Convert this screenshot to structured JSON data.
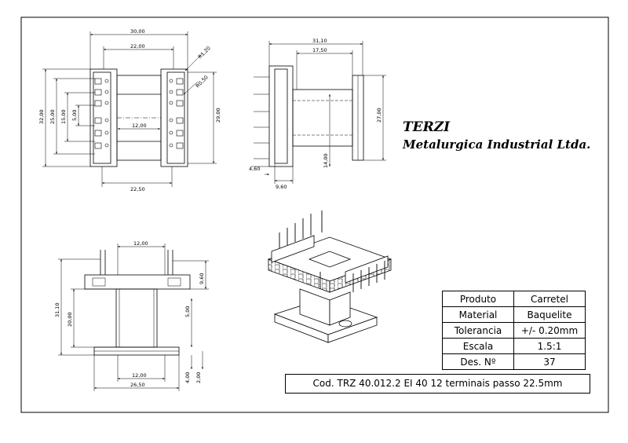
{
  "company": {
    "name": "TERZI",
    "subtitle": "Metalurgica Industrial Ltda."
  },
  "title_block": {
    "rows": [
      {
        "label": "Produto",
        "value": "Carretel"
      },
      {
        "label": "Material",
        "value": "Baquelite"
      },
      {
        "label": "Tolerancia",
        "value": "+/- 0.20mm"
      },
      {
        "label": "Escala",
        "value": "1.5:1"
      },
      {
        "label": "Des. Nº",
        "value": "37"
      }
    ],
    "code": "Cod. TRZ 40.012.2 EI 40 12 terminais passo 22.5mm"
  },
  "dimensions": {
    "top_view": {
      "width_overall": "30,00",
      "width_inner": "22,00",
      "width_base": "22,50",
      "window": "12,00",
      "height_overall": "32,00",
      "height_a": "25,00",
      "height_b": "15,00",
      "height_c": "5,00",
      "height_right": "29,00",
      "radius_1": "R1,20",
      "radius_2": "R0,50"
    },
    "side_view": {
      "width_overall": "31,10",
      "width_inner": "17,50",
      "height": "27,00",
      "pin_height": "14,00",
      "pin_offset": "4,60",
      "base_depth": "9,60"
    },
    "front_view": {
      "top_width": "12,00",
      "height_overall": "31,10",
      "body_height": "20,00",
      "flange_height": "9,60",
      "center": "5,00",
      "bottom_width_inner": "12,00",
      "bottom_width_outer": "26,50",
      "base_a": "4,00",
      "base_b": "2,00"
    }
  }
}
